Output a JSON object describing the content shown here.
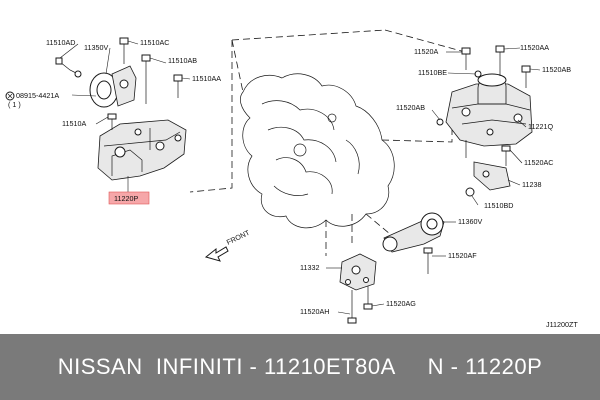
{
  "diagram": {
    "labels": {
      "l11510AD": "11510AD",
      "l11510AC": "11510AC",
      "l11350V": "11350V",
      "l11510AB": "11510AB",
      "l11510AA": "11510AA",
      "l08915": "08915-4421A",
      "l08915_qty": "( 1 )",
      "l11510A": "11510A",
      "l11220P": "11220P",
      "l11520A": "11520A",
      "l11520AA": "11520AA",
      "l11510BE": "11510BE",
      "l11520AB": "11520AB",
      "l11520AB_2": "11520AB",
      "l11221Q": "11221Q",
      "l11520AC": "11520AC",
      "l11238": "11238",
      "l11510BD": "11510BD",
      "l11360V": "11360V",
      "l11520AF": "11520AF",
      "l11332": "11332",
      "l11520AG": "11520AG",
      "l11520AH": "11520AH",
      "front": "FRONT",
      "diagram_code": "J11200ZT"
    },
    "highlight_color": "#f6a7a9"
  },
  "footer": {
    "text": "NISSAN  INFINITI - 11210ET80A     N - 11220P"
  }
}
